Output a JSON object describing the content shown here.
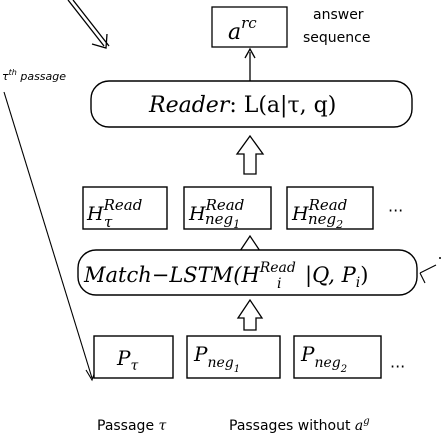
{
  "answer": {
    "var": "a",
    "sup": "rc",
    "label_line1": "answer",
    "label_line2": "sequence"
  },
  "passage_tag": {
    "base": "τ",
    "sup": "th",
    "rest": " passage"
  },
  "reader": {
    "name": "Reader",
    "formula": ": L(a|τ, q)"
  },
  "hidden_states": [
    {
      "base": "H",
      "sup": "Read",
      "sub": "τ",
      "sub_sub": ""
    },
    {
      "base": "H",
      "sup": "Read",
      "sub": "neg",
      "sub_sub": "1"
    },
    {
      "base": "H",
      "sup": "Read",
      "sub": "neg",
      "sub_sub": "2"
    }
  ],
  "hidden_ellipsis": "···",
  "match": {
    "name": "Match−LSTM",
    "open": "(H",
    "sup": "Read",
    "sub": "i",
    "rest": "|Q, P",
    "rest_sub": "i",
    "close": ")"
  },
  "passages": [
    {
      "base": "P",
      "sub": "τ",
      "sub_sub": ""
    },
    {
      "base": "P",
      "sub": "neg",
      "sub_sub": "1"
    },
    {
      "base": "P",
      "sub": "neg",
      "sub_sub": "2"
    }
  ],
  "passage_ellipsis": "···",
  "labels": {
    "passage_tau_prefix": "Passage ",
    "passage_tau_symbol": "τ",
    "passages_without_prefix": "Passages without ",
    "passages_without_var": "a",
    "passages_without_sup": "g"
  }
}
